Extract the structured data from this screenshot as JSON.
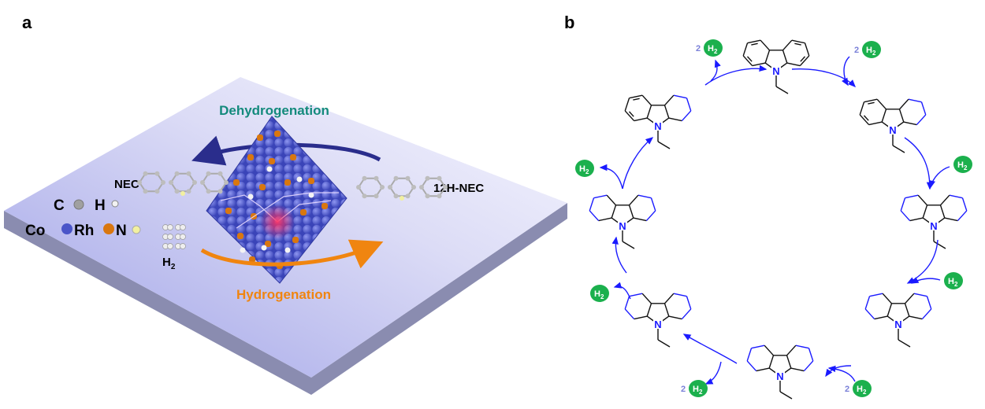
{
  "panel_a": {
    "label": "a",
    "dehydrogenation": "Dehydrogenation",
    "hydrogenation": "Hydrogenation",
    "nec": "NEC",
    "h12_nec": "12H-NEC",
    "h2": {
      "main": "H",
      "sub": "2"
    },
    "legend": [
      {
        "symbol": "C",
        "color": "#a0a0a0"
      },
      {
        "symbol": "H",
        "color": "#f2f2f2"
      },
      {
        "symbol": "Co",
        "color": "#4a55c8"
      },
      {
        "symbol": "Rh",
        "color": "#d9770f"
      },
      {
        "symbol": "N",
        "color": "#f2f0a0"
      }
    ],
    "colors": {
      "dehydro": "#138a7c",
      "hydro": "#f08510",
      "arrow_top": "#2a2d8c"
    }
  },
  "panel_b": {
    "label": "b",
    "atom_label": "N",
    "h2_badge": {
      "main": "H",
      "sub": "2",
      "color": "#1bb04d"
    },
    "coefficients": [
      "2",
      "2",
      "2",
      "2"
    ],
    "arrow_color": "#1a1aff"
  }
}
